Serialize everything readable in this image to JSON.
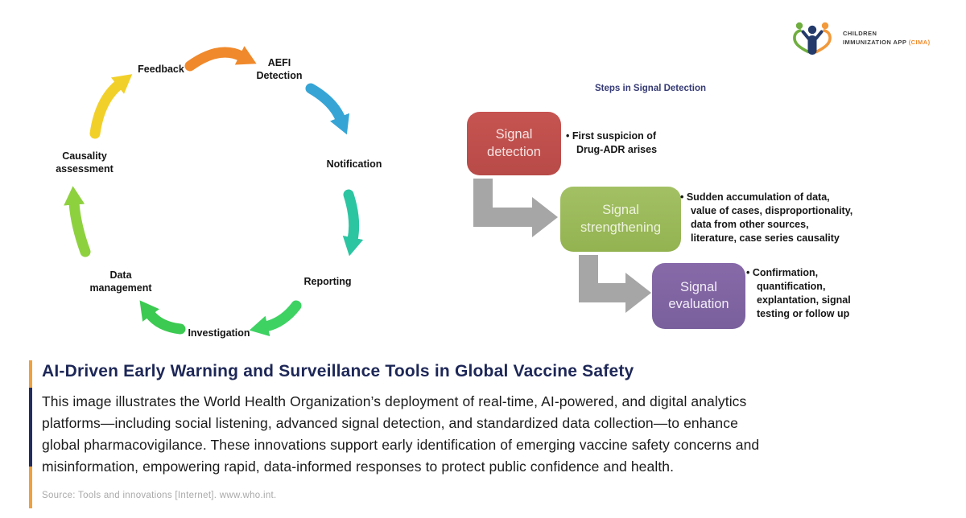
{
  "logo": {
    "line1": "CHILDREN",
    "line2": "IMMUNIZATION APP",
    "line2_accent": "(CIMA)",
    "accent_color": "#f08a2b",
    "figure_colors": {
      "child": "#233a6b",
      "left_figure": "#6fae3f",
      "right_figure": "#f2993b"
    }
  },
  "cycle": {
    "labels": {
      "feedback": "Feedback",
      "aefi": "AEFI\nDetection",
      "notification": "Notification",
      "reporting": "Reporting",
      "investigation": "Investigation",
      "data_management": "Data\nmanagement",
      "causality": "Causality\nassessment"
    },
    "arrow_colors": {
      "feedback_to_aefi": "#f0892b",
      "aefi_to_notification": "#36a5d6",
      "notification_to_reporting": "#2cc5a2",
      "reporting_to_investigation": "#3ed263",
      "investigation_to_data": "#3cca52",
      "data_to_causality": "#8ed13f",
      "causality_to_feedback": "#f2d02a"
    }
  },
  "flowchart": {
    "heading": "Steps in Signal Detection",
    "connector_color": "#a6a6a6",
    "steps": [
      {
        "label": "Signal\ndetection",
        "color": "#c0504d",
        "note": "• First suspicion of\nDrug-ADR arises"
      },
      {
        "label": "Signal\nstrengthening",
        "color": "#9bbb59",
        "note": "• Sudden accumulation of data,\nvalue of cases, disproportionality,\ndata from other sources,\nliterature, case series causality"
      },
      {
        "label": "Signal\nevaluation",
        "color": "#8064a2",
        "note": "• Confirmation,\nquantification,\nexplantation, signal\ntesting or follow up"
      }
    ]
  },
  "caption": {
    "title": "AI-Driven Early Warning and Surveillance Tools in Global Vaccine Safety",
    "body": "This image illustrates the World Health Organization’s deployment of real-time, AI-powered, and digital analytics\nplatforms—including social listening, advanced signal detection, and standardized data collection—to enhance\nglobal pharmacovigilance. These innovations support early identification of emerging vaccine safety concerns and\nmisinformation, empowering rapid, data-informed responses to protect public confidence and health.",
    "source": "Source: Tools and innovations [Internet]. www.who.int.",
    "title_color": "#1d2757",
    "accent_orange": "#f0a03c",
    "accent_navy": "#232d5f"
  }
}
